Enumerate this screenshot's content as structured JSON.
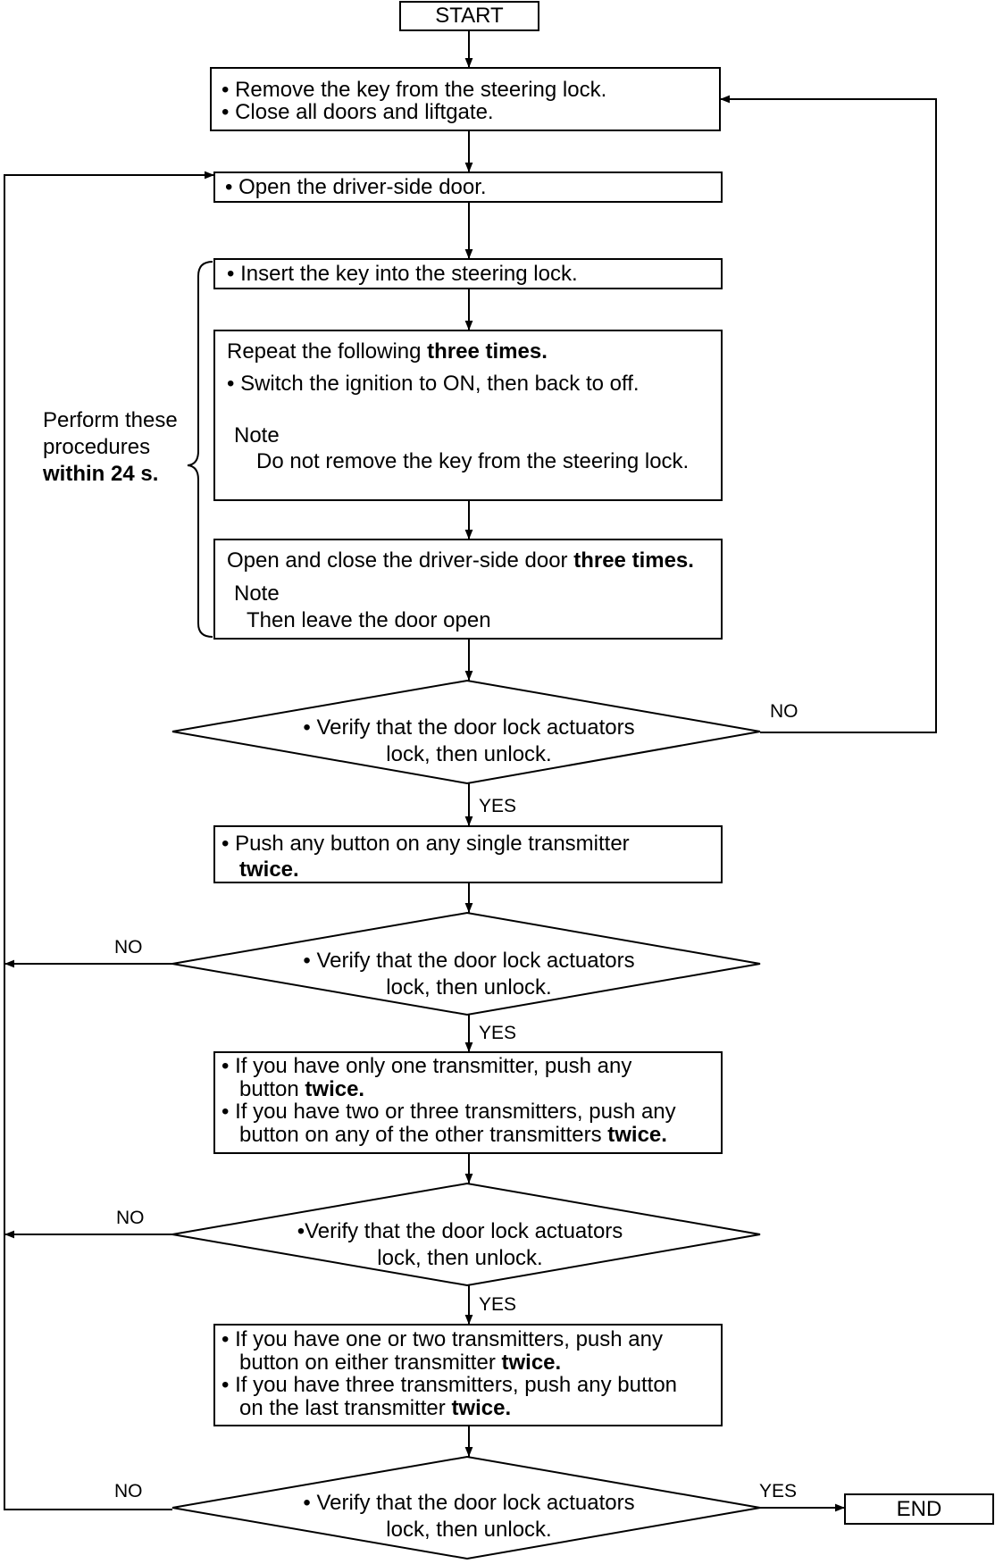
{
  "terminals": {
    "start": "START",
    "end": "END"
  },
  "steps": {
    "remove_key": [
      "Remove the key from  the steering lock.",
      "Close all doors and liftgate."
    ],
    "open_door": "Open the driver-side door.",
    "insert_key": "Insert the key into the steering lock.",
    "repeat": {
      "intro": "Repeat the following ",
      "intro_bold": "three times.",
      "item": "Switch the ignition to ON, then back to off.",
      "note_label": "Note",
      "note_text": "Do not remove the key from the steering lock."
    },
    "open_close": {
      "line": "Open and close the driver-side door ",
      "line_bold": "three times.",
      "note_label": "Note",
      "note_text": "Then leave the door open"
    },
    "push1": {
      "line1": "Push any button on any single transmitter",
      "line2_bold": "twice."
    },
    "push2": {
      "a1": "If you have only one transmitter, push any",
      "a2": "button ",
      "a2_bold": "twice.",
      "b1": "If you have two or three transmitters, push any",
      "b2": "button on any of the other transmitters ",
      "b2_bold": "twice."
    },
    "push3": {
      "a1": "If you have one or two transmitters, push any",
      "a2": "button on either transmitter ",
      "a2_bold": "twice.",
      "b1": "If you have three transmitters, push any button",
      "b2": "on the last transmitter ",
      "b2_bold": "twice."
    }
  },
  "bracket_note": {
    "line1": "Perform these",
    "line2": "procedures",
    "line3_bold": "within 24 s."
  },
  "decisions": [
    {
      "line1": "Verify that the door lock actuators",
      "line2": "lock, then unlock.",
      "no": "NO",
      "yes": "YES"
    },
    {
      "line1": "Verify that the door lock actuators",
      "line2": "lock, then unlock.",
      "no": "NO",
      "yes": "YES"
    },
    {
      "line1": "Verify that the door lock actuators",
      "line2": "lock, then unlock.",
      "no": "NO",
      "yes": "YES"
    },
    {
      "line1": "Verify that the door lock actuators",
      "line2": "lock, then unlock.",
      "no": "NO",
      "yes": "YES"
    }
  ],
  "bullet": "•"
}
